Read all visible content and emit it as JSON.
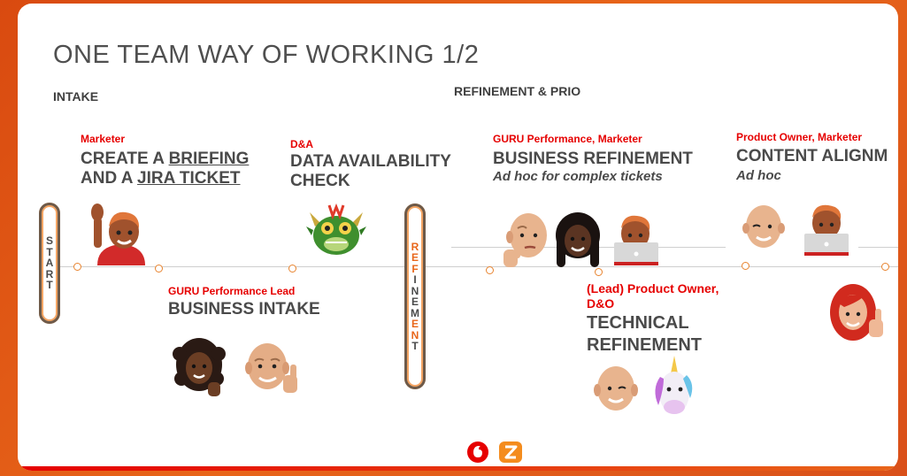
{
  "title": "ONE TEAM WAY OF WORKING 1/2",
  "sections": {
    "intake": "INTAKE",
    "refinement": "REFINEMENT & PRIO"
  },
  "start_letters": [
    "S",
    "T",
    "A",
    "R",
    "T"
  ],
  "refinement_letters": [
    "R",
    "E",
    "F",
    "I",
    "N",
    "E",
    "M",
    "E",
    "N",
    "T"
  ],
  "steps": {
    "briefing": {
      "role": "Marketer",
      "line1_prefix": "CREATE A ",
      "line1_link": "BRIEFING",
      "line2_prefix": "AND A ",
      "line2_link": "JIRA TICKET"
    },
    "business_intake": {
      "role": "GURU Performance Lead",
      "title": "BUSINESS INTAKE"
    },
    "data_check": {
      "role": "D&A",
      "title_line1": "DATA AVAILABILITY",
      "title_line2": "CHECK"
    },
    "business_refinement": {
      "role": "GURU Performance, Marketer",
      "title": "BUSINESS REFINEMENT",
      "subtitle": "Ad hoc for complex tickets"
    },
    "technical_refinement": {
      "role_line1": "(Lead) Product Owner,",
      "role_line2": "D&O",
      "title_line1": "TECHNICAL",
      "title_line2": "REFINEMENT"
    },
    "content_alignment": {
      "role": "Product Owner, Marketer",
      "title": "CONTENT ALIGNM",
      "subtitle": "Ad hoc"
    }
  },
  "avatars": [
    "waving-marketer-avatar",
    "curly-hair-avatar",
    "bald-thumbs-up-avatar",
    "dragon-avatar",
    "thinking-bald-avatar",
    "braids-avatar",
    "laptop-redhead-avatar",
    "winking-bald-avatar",
    "unicorn-avatar",
    "bald-winking-avatar",
    "laptop-redhead-avatar-2",
    "red-hair-thumbs-up-avatar"
  ],
  "logos": [
    "vodafone-logo",
    "ziggo-logo"
  ],
  "colors": {
    "accent_red": "#e60000",
    "accent_orange": "#e8661a",
    "text_gray": "#4a4a4a"
  }
}
